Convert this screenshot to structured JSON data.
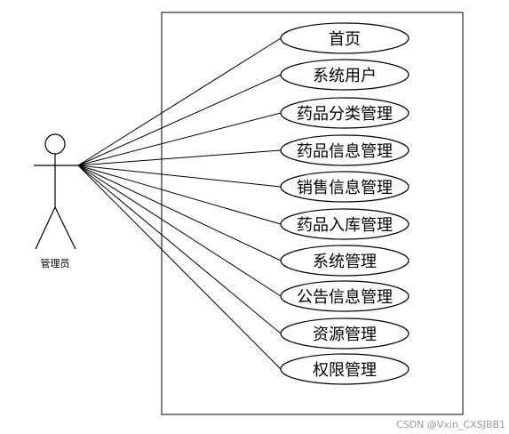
{
  "actor": {
    "label": "管理员"
  },
  "use_cases": [
    {
      "label": "首页"
    },
    {
      "label": "系统用户"
    },
    {
      "label": "药品分类管理"
    },
    {
      "label": "药品信息管理"
    },
    {
      "label": "销售信息管理"
    },
    {
      "label": "药品入库管理"
    },
    {
      "label": "系统管理"
    },
    {
      "label": "公告信息管理"
    },
    {
      "label": "资源管理"
    },
    {
      "label": "权限管理"
    }
  ],
  "watermark": "CSDN @Vxin_CXSJBB1"
}
